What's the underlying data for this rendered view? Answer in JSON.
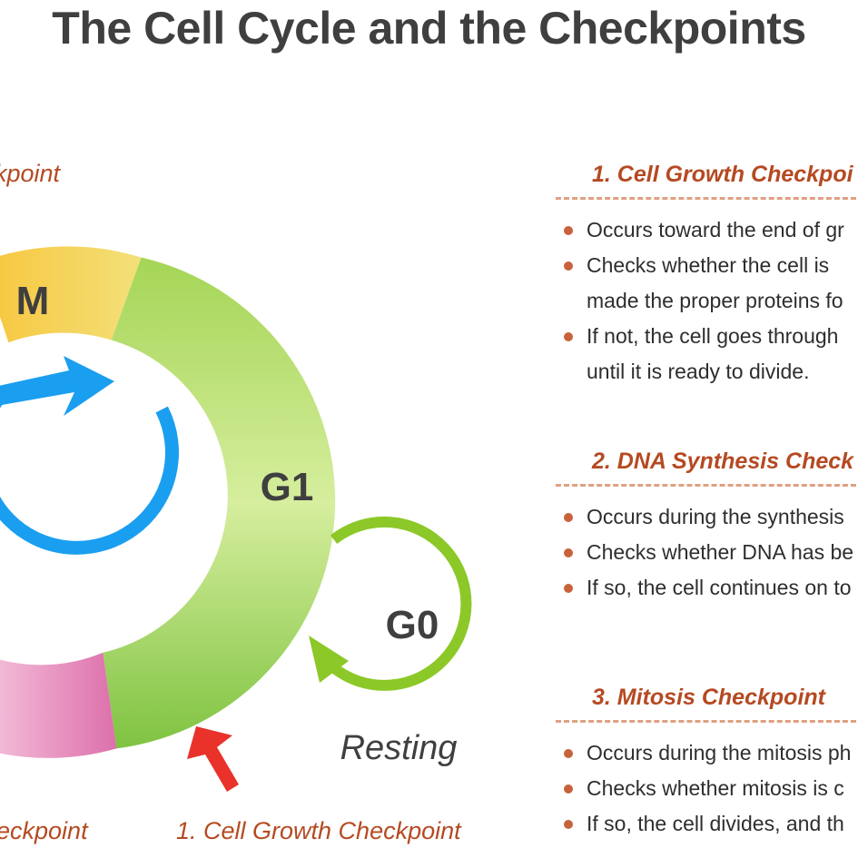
{
  "title": "The Cell Cycle and the Checkpoints",
  "cycle": {
    "phase_m": "M",
    "phase_g1": "G1",
    "phase_g0": "G0",
    "resting": "Resting",
    "top_left_checkpoint_fragment": "kpoint",
    "bottom_left_checkpoint_fragment": "eckpoint",
    "bottom_checkpoint_label": "1. Cell Growth Checkpoint"
  },
  "sections": [
    {
      "heading": "1. Cell Growth Checkpoi",
      "bullets": [
        {
          "lines": [
            "Occurs toward the end of gr"
          ]
        },
        {
          "lines": [
            "Checks whether the cell is",
            "made the proper proteins fo"
          ]
        },
        {
          "lines": [
            "If not, the cell goes through",
            "until it is ready to divide."
          ]
        }
      ]
    },
    {
      "heading": "2. DNA Synthesis Check",
      "bullets": [
        {
          "lines": [
            "Occurs during the synthesis"
          ]
        },
        {
          "lines": [
            "Checks whether DNA has be"
          ]
        },
        {
          "lines": [
            "If so, the cell continues on to"
          ]
        }
      ]
    },
    {
      "heading": "3. Mitosis Checkpoint",
      "bullets": [
        {
          "lines": [
            "Occurs during the mitosis ph"
          ]
        },
        {
          "lines": [
            "Checks whether mitosis is c"
          ]
        },
        {
          "lines": [
            "If so, the cell divides, and th"
          ]
        }
      ]
    }
  ],
  "colors": {
    "title": "#3f3f3f",
    "heading": "#b54a22",
    "phase_m": "#f2d24a",
    "phase_g1": "#9fd04a",
    "phase_s": "#e27bb0",
    "cycle_arrow": "#1a9ef0",
    "g0_arrow": "#8cc828",
    "checkpoint_arrow": "#e8322a"
  }
}
